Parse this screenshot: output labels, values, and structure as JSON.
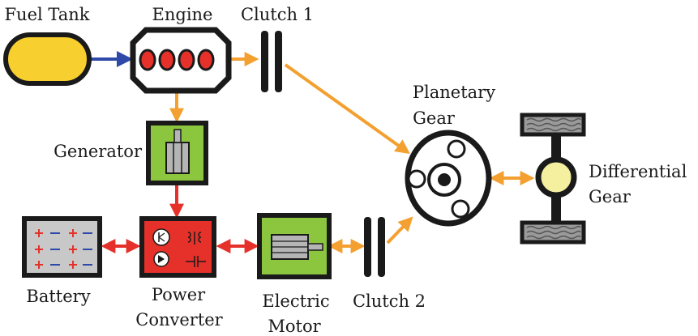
{
  "labels": {
    "fuel_tank": "Fuel Tank",
    "engine": "Engine",
    "clutch1": "Clutch 1",
    "generator": "Generator",
    "planetary_line1": "Planetary",
    "planetary_line2": "Gear",
    "differential_line1": "Differential",
    "differential_line2": "Gear",
    "battery": "Battery",
    "converter_line1": "Power",
    "converter_line2": "Converter",
    "motor_line1": "Electric",
    "motor_line2": "Motor",
    "clutch2": "Clutch 2"
  },
  "colors": {
    "fuel_flow": "#2e49a8",
    "mechanical_flow": "#f3a030",
    "electrical_flow": "#e5312a",
    "fuel_tank_fill": "#f7cf2e",
    "engine_cylinder": "#e5312a",
    "green_component": "#8cc63f",
    "converter_fill": "#e5312a",
    "battery_fill": "#c8c8c8",
    "differential_center": "#f4f0a0"
  },
  "icons": {
    "fuel_tank": "fuel-tank-icon",
    "engine": "engine-icon",
    "clutch": "clutch-icon",
    "generator": "generator-icon",
    "planetary_gear": "planetary-gear-icon",
    "differential": "differential-axle-icon",
    "battery": "battery-icon",
    "power_converter": "power-converter-icon",
    "electric_motor": "electric-motor-icon"
  }
}
